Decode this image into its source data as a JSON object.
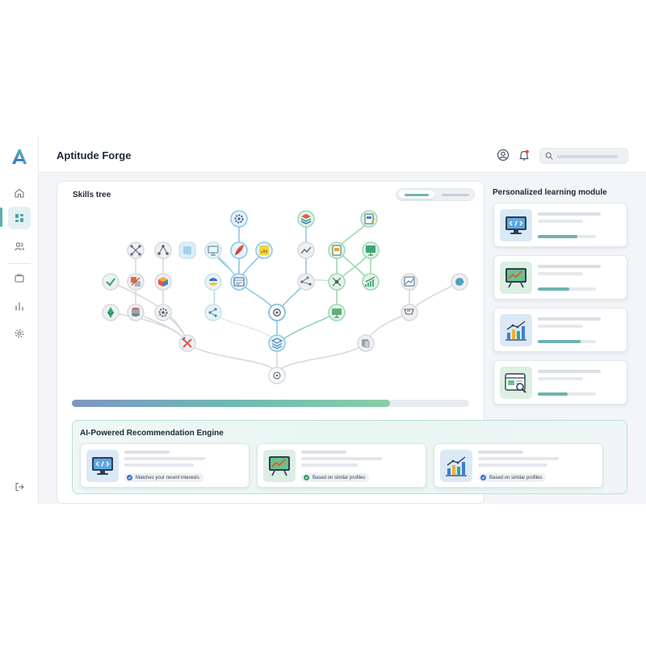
{
  "app": {
    "title": "Aptitude Forge",
    "accent": "#5aaeb0",
    "search_placeholder": ""
  },
  "sidebar": {
    "items": [
      {
        "icon": "home-icon"
      },
      {
        "icon": "dashboard-icon",
        "active": true
      },
      {
        "icon": "users-icon"
      },
      {
        "icon": "briefcase-icon"
      },
      {
        "icon": "bar-chart-icon"
      },
      {
        "icon": "settings-icon"
      }
    ],
    "footer_icon": "logout-icon"
  },
  "header": {
    "icons": [
      "user-circle-icon",
      "bell-icon",
      "search-icon"
    ],
    "notification_color": "#e5484d"
  },
  "skills_tree": {
    "title": "Skills tree",
    "root_icon": "target-icon",
    "progress": 0.8
  },
  "learning_modules": {
    "title": "Personalized learning module",
    "items": [
      {
        "icon": "code-monitor-icon",
        "progress": 0.68
      },
      {
        "icon": "chart-monitor-icon",
        "progress": 0.54
      },
      {
        "icon": "bar-growth-icon",
        "progress": 0.74
      },
      {
        "icon": "web-search-icon",
        "progress": 0.52
      }
    ]
  },
  "recommendations": {
    "title": "AI-Powered Recommendation Engine",
    "items": [
      {
        "icon": "code-monitor-icon",
        "reason": "Matches your recent interests",
        "reason_color": "#3b6fd8"
      },
      {
        "icon": "chart-monitor-icon",
        "reason": "Based on similar profiles",
        "reason_color": "#2f9e6a"
      },
      {
        "icon": "bar-growth-icon",
        "reason": "Based on similar profiles",
        "reason_color": "#3b6fd8"
      }
    ]
  }
}
